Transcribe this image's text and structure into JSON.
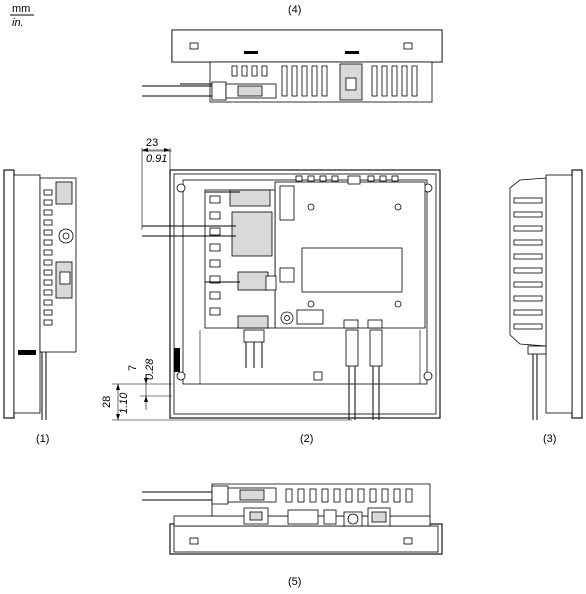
{
  "units": {
    "primary": "mm",
    "secondary": "in."
  },
  "views": {
    "left": "(1)",
    "rear": "(2)",
    "right": "(3)",
    "top": "(4)",
    "bottom": "(5)"
  },
  "dimensions": {
    "connector_offset": {
      "mm": "23",
      "in": "0.91"
    },
    "lower_offset": {
      "mm": "7",
      "in": "0.28"
    },
    "cable_offset": {
      "mm": "28",
      "in": "1.10"
    }
  }
}
